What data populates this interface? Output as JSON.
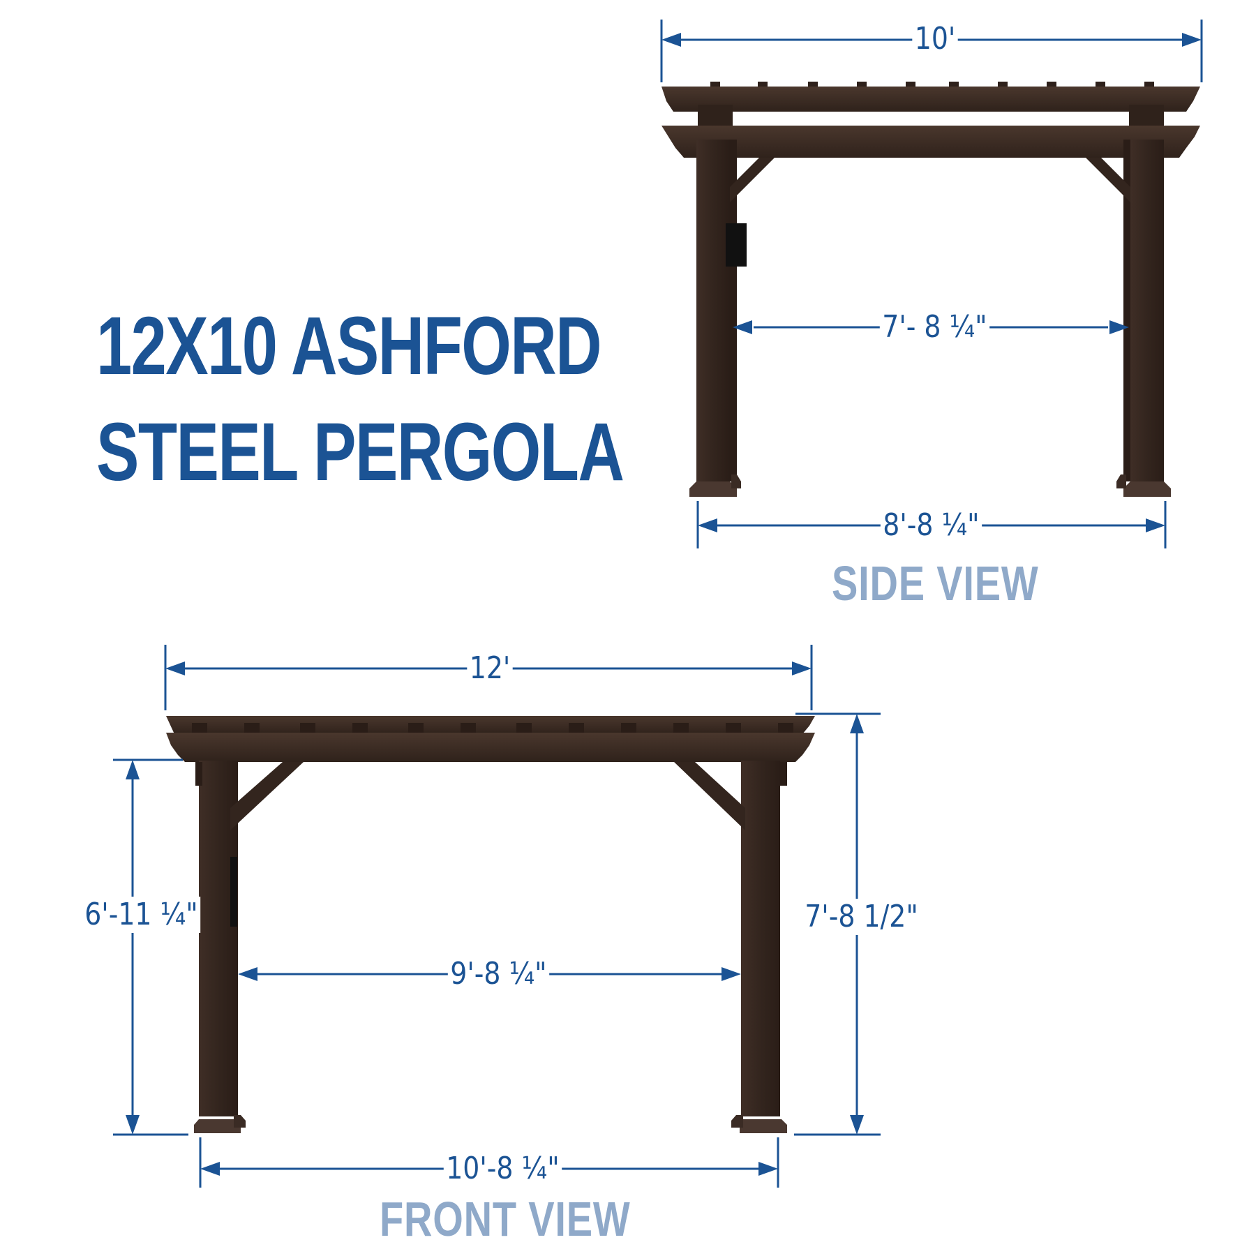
{
  "title": {
    "line1": "12X10 ASHFORD",
    "line2": "STEEL PERGOLA"
  },
  "colors": {
    "title_blue": "#1b5394",
    "dimension_blue": "#1b5394",
    "view_label_blue": "#8fa9c9",
    "pergola_brown": "#3b2a22",
    "pergola_dark": "#2a1d17",
    "background": "#ffffff"
  },
  "side_view": {
    "label": "SIDE VIEW",
    "dimensions": {
      "overall_width": "10'",
      "inner_clearance": "7'- 8 ¼\"",
      "post_span": "8'-8 ¼\""
    }
  },
  "front_view": {
    "label": "FRONT VIEW",
    "dimensions": {
      "overall_width": "12'",
      "inner_clearance": "9'-8 ¼\"",
      "post_span": "10'-8 ¼\"",
      "clearance_height": "6'-11 ¼\"",
      "overall_height": "7'-8 1/2\""
    }
  }
}
